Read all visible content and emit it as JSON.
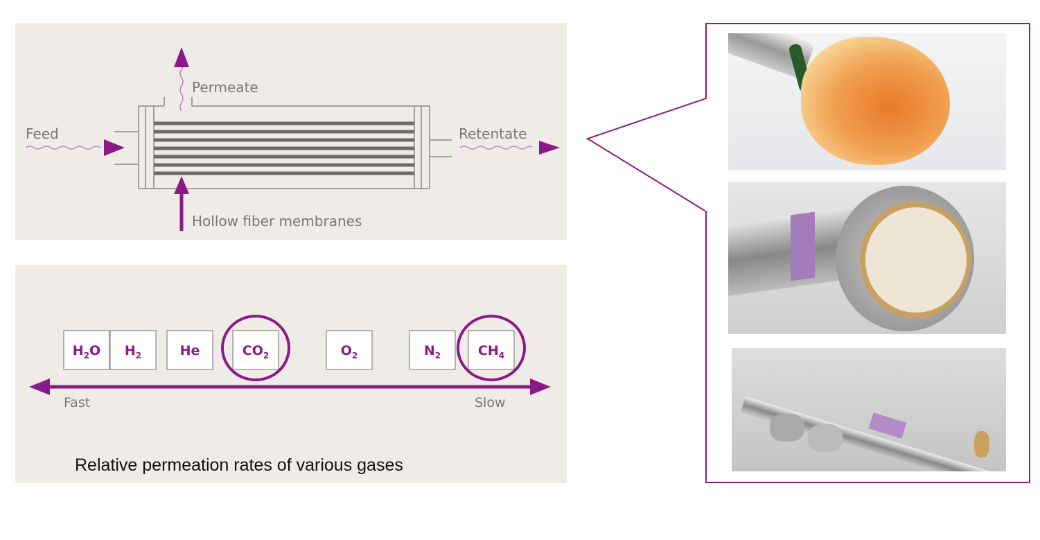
{
  "module_diagram": {
    "feed_label": "Feed",
    "permeate_label": "Permeate",
    "retentate_label": "Retentate",
    "membranes_label": "Hollow fiber membranes"
  },
  "permeation": {
    "gases": [
      {
        "base": "H",
        "sub": "2",
        "tail": "O",
        "highlighted": false
      },
      {
        "base": "H",
        "sub": "2",
        "tail": "",
        "highlighted": false
      },
      {
        "base": "He",
        "sub": "",
        "tail": "",
        "highlighted": false
      },
      {
        "base": "CO",
        "sub": "2",
        "tail": "",
        "highlighted": true
      },
      {
        "base": "O",
        "sub": "2",
        "tail": "",
        "highlighted": false
      },
      {
        "base": "N",
        "sub": "2",
        "tail": "",
        "highlighted": false
      },
      {
        "base": "CH",
        "sub": "4",
        "tail": "",
        "highlighted": true
      }
    ],
    "fast_label": "Fast",
    "slow_label": "Slow",
    "caption": "Relative permeation rates of various gases"
  },
  "colors": {
    "accent": "#8b1a87",
    "panel": "#efece8",
    "text_gray": "#7a7672"
  }
}
